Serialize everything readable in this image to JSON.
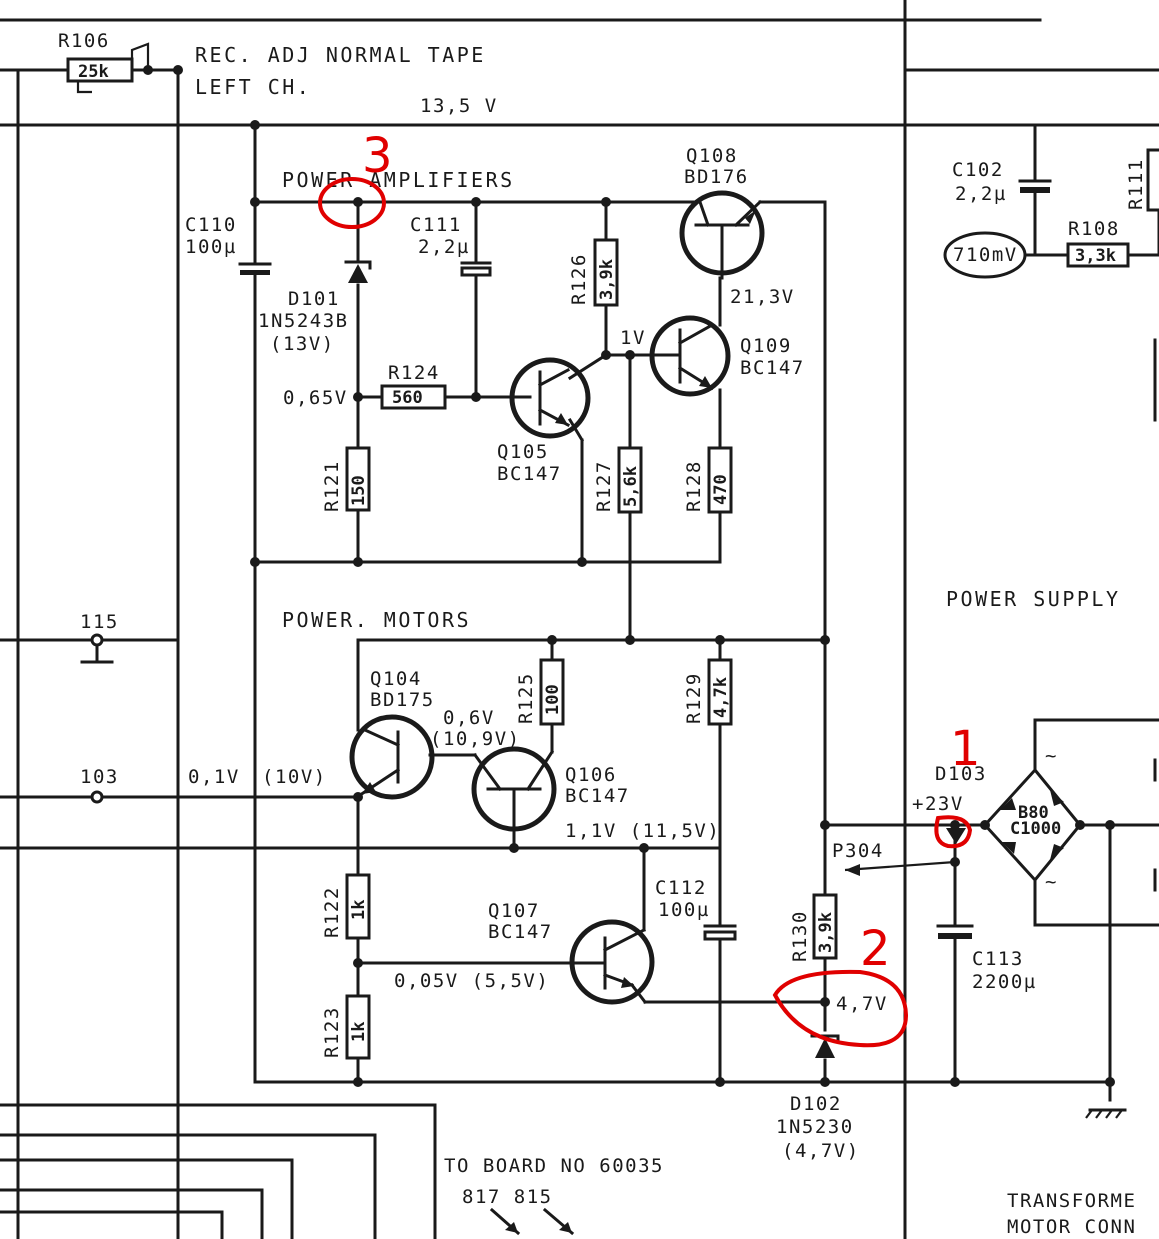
{
  "header": {
    "r106_ref": "R106",
    "r106_val": "25k",
    "rec_adj": "REC. ADJ NORMAL TAPE",
    "left_ch": "LEFT CH.",
    "v_13_5": "13,5 V"
  },
  "power_amplifiers": {
    "title": "POWER AMPLIFIERS",
    "c110_ref": "C110",
    "c110_val": "100µ",
    "d101_ref": "D101",
    "d101_part": "1N5243B",
    "d101_v": "(13V)",
    "c111_ref": "C111",
    "c111_val": "2,2µ",
    "r126_ref": "R126",
    "r126_val": "3,9k",
    "q108_ref": "Q108",
    "q108_part": "BD176",
    "v_21_3": "21,3V",
    "v_1": "1V",
    "q109_ref": "Q109",
    "q109_part": "BC147",
    "v_0_65": "0,65V",
    "r124_ref": "R124",
    "r124_val": "560",
    "q105_ref": "Q105",
    "q105_part": "BC147",
    "r121_ref": "R121",
    "r121_val": "150",
    "r127_ref": "R127",
    "r127_val": "5,6k",
    "r128_ref": "R128",
    "r128_val": "470"
  },
  "power_motors": {
    "title": "POWER. MOTORS",
    "pin_115": "115",
    "pin_103": "103",
    "q104_ref": "Q104",
    "q104_part": "BD175",
    "r125_ref": "R125",
    "r125_val": "100",
    "r129_ref": "R129",
    "r129_val": "4,7k",
    "v_0_6": "0,6V",
    "v_10_9": "(10,9V)",
    "q106_ref": "Q106",
    "q106_part": "BC147",
    "v_0_1": "0,1V",
    "v_10": "(10V)",
    "v_1_1": "1,1V  (11,5V)",
    "r122_ref": "R122",
    "r122_val": "1k",
    "q107_ref": "Q107",
    "q107_part": "BC147",
    "c112_ref": "C112",
    "c112_val": "100µ",
    "r130_ref": "R130",
    "r130_val": "3,9k",
    "v_0_05": "0,05V (5,5V)",
    "v_4_7": "4,7V",
    "r123_ref": "R123",
    "r123_val": "1k",
    "d102_ref": "D102",
    "d102_part": "1N5230",
    "d102_v": "(4,7V)"
  },
  "right_side": {
    "c102_ref": "C102",
    "c102_val": "2,2µ",
    "r111_ref": "R111",
    "r108_ref": "R108",
    "r108_val": "3,3k",
    "mv_710": "710mV",
    "power_supply": "POWER  SUPPLY",
    "d103_ref": "D103",
    "v_23": "+23V",
    "p304": "P304",
    "c113_ref": "C113",
    "c113_val": "2200µ",
    "bridge_1": "B80",
    "bridge_2": "C1000",
    "tilde": "~"
  },
  "bottom": {
    "to_board": "TO BOARD NO 60035",
    "pins": "817  815",
    "transformer_1": "TRANSFORME",
    "transformer_2": "MOTOR CONN"
  },
  "annotations": {
    "mark_1": "1",
    "mark_2": "2",
    "mark_3": "3",
    "color": "#e00000"
  }
}
